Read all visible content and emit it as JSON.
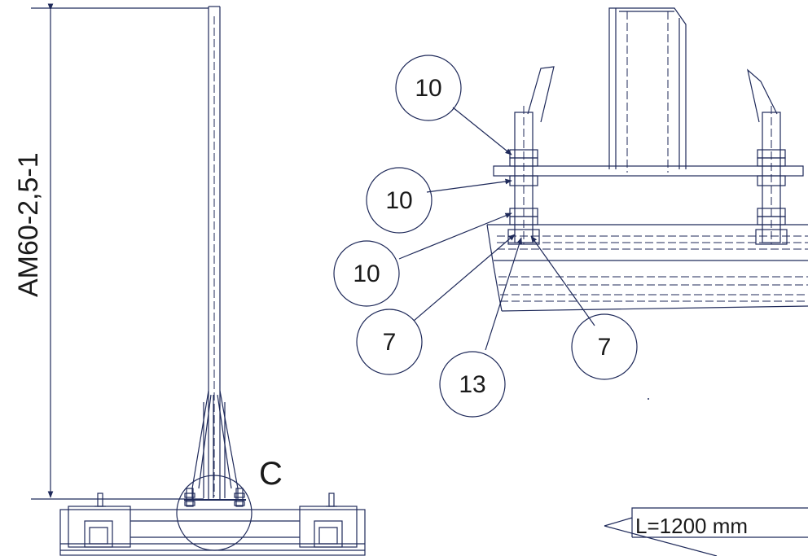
{
  "dimension_label": "AM60-2,5-1",
  "detail_label": "C",
  "callouts": {
    "c1": "10",
    "c2": "10",
    "c3": "10",
    "c4": "7",
    "c5": "13",
    "c6": "7"
  },
  "length_note": "L=1200 mm",
  "colors": {
    "line": "#1f2a5a",
    "text": "#1a1a1a"
  }
}
